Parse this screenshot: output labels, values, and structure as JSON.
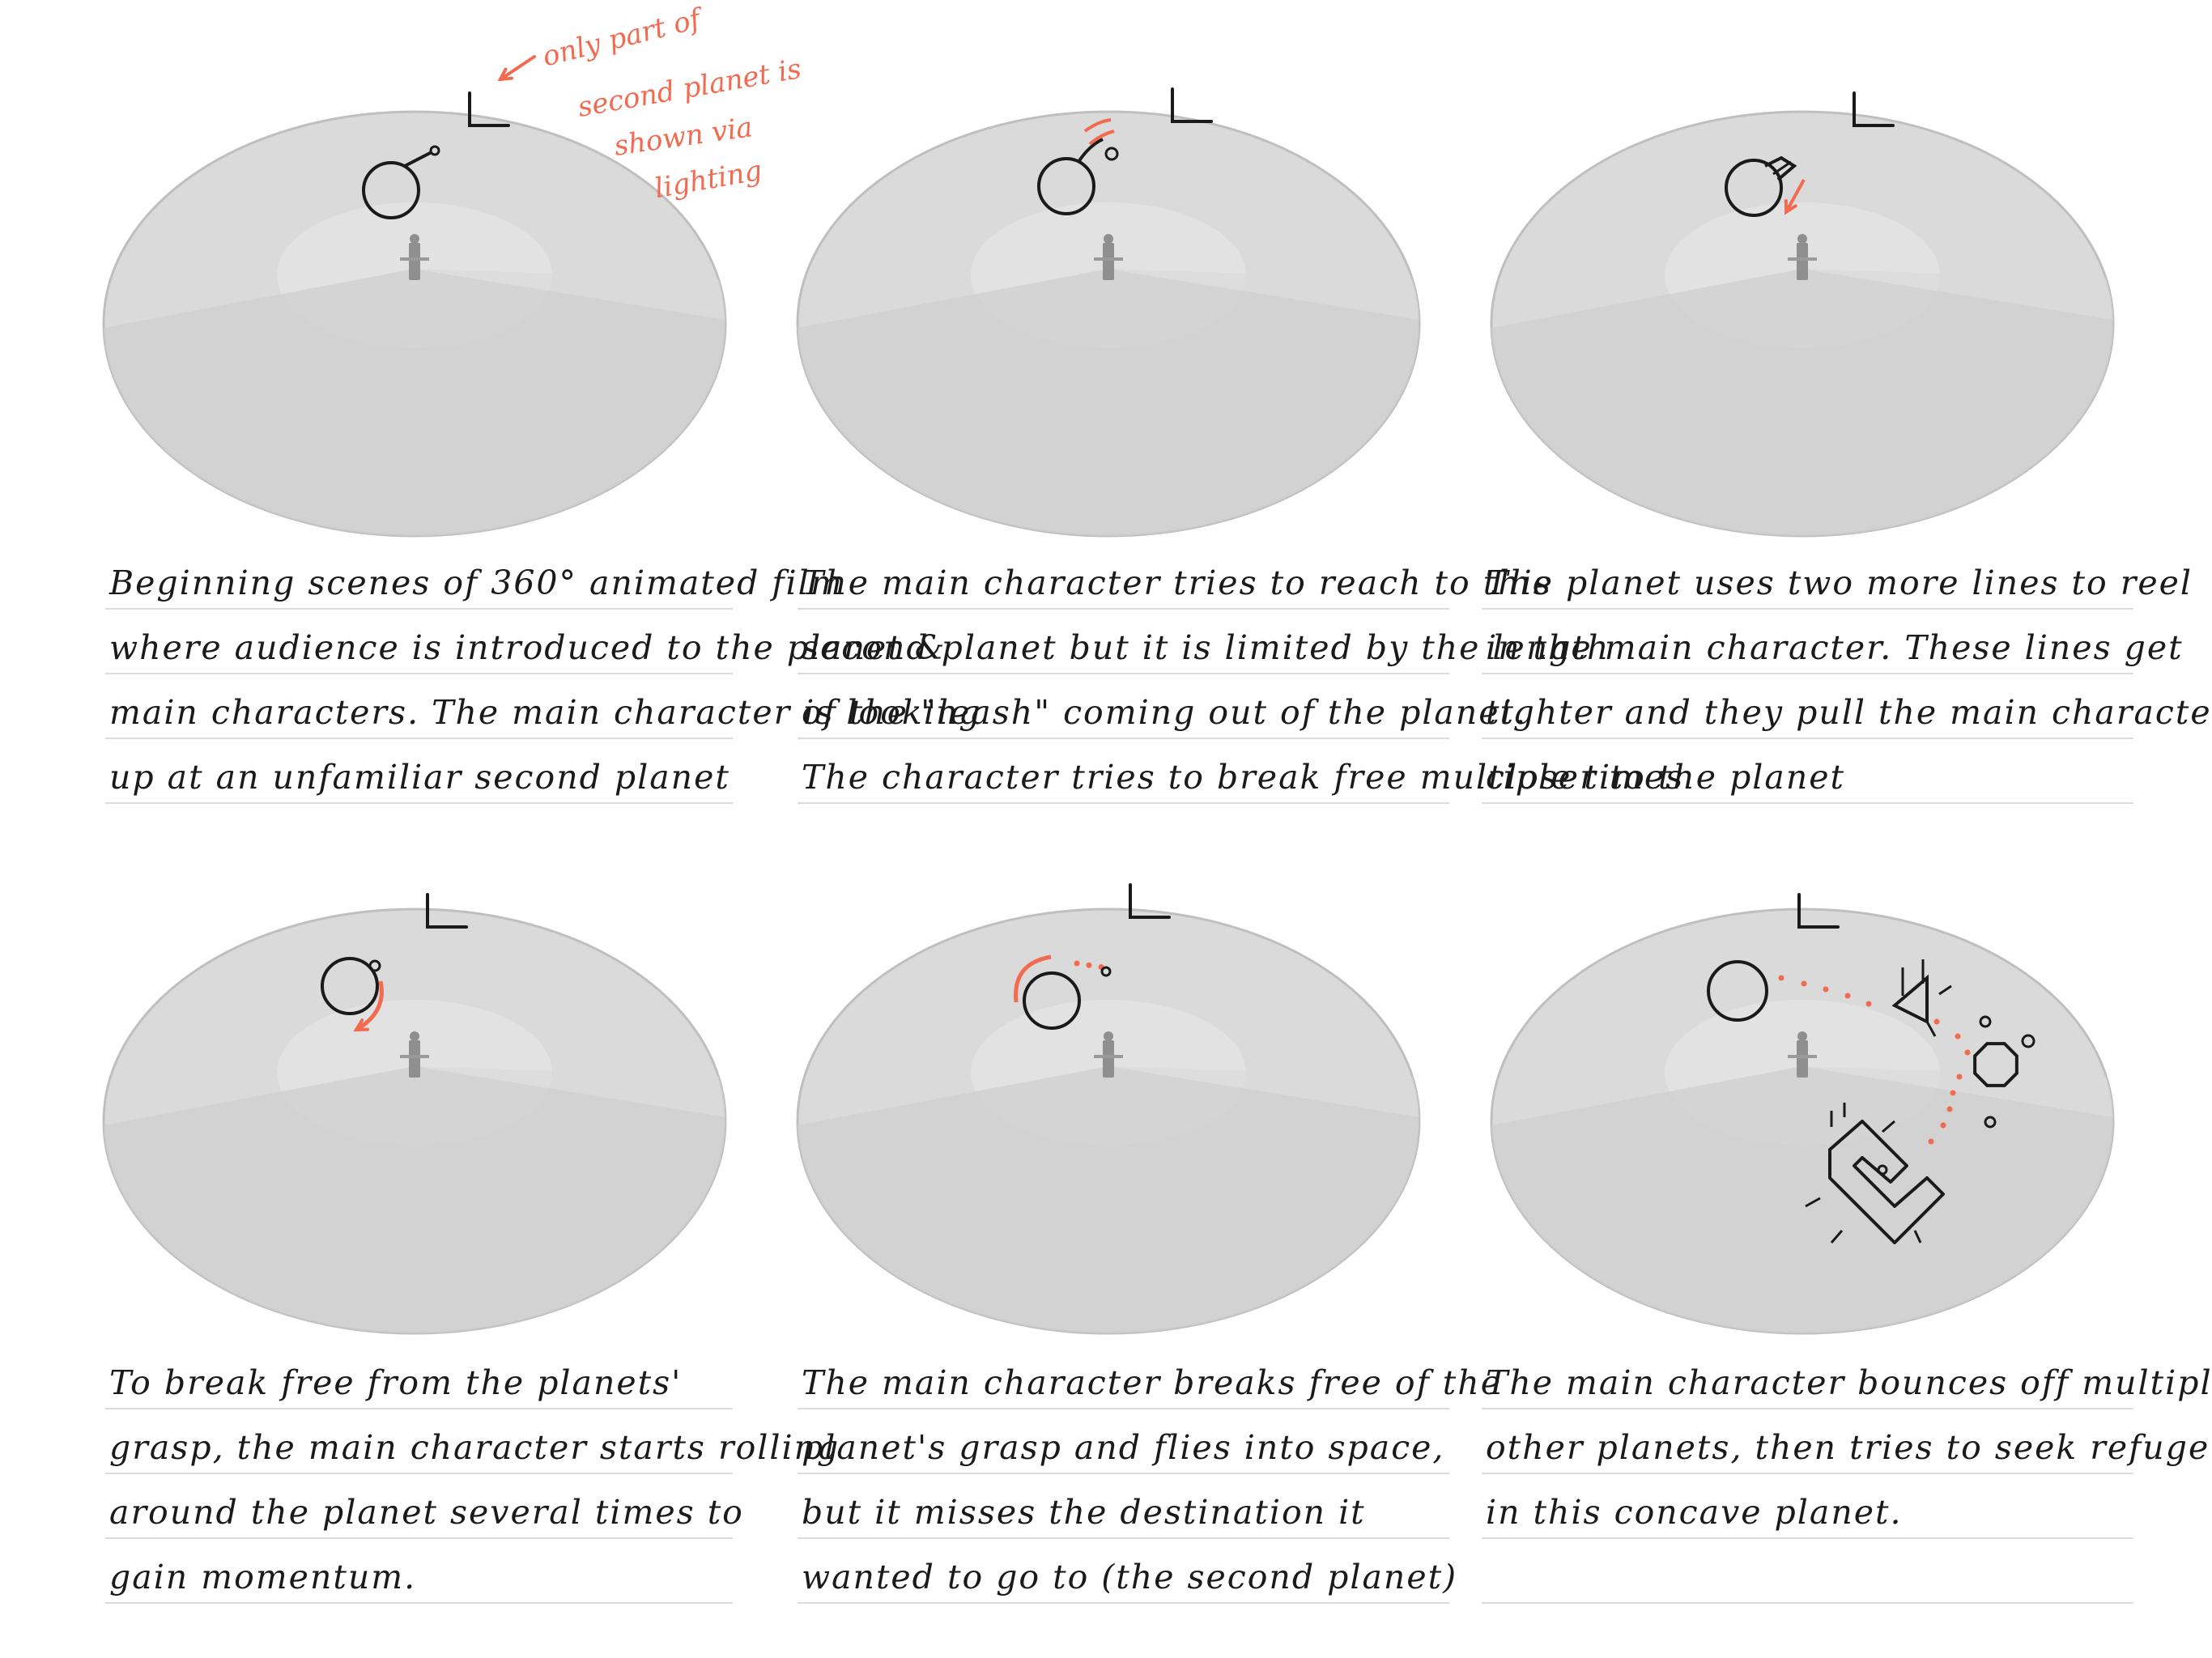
{
  "colors": {
    "background": "#ffffff",
    "planet_outer": "#dadada",
    "planet_inner": "#cfcfcf",
    "planet_rim": "#bfbfbf",
    "spotlight": "#e2e2e2",
    "ink": "#1a1a1a",
    "accent": "#f26a4f",
    "rule_line": "#dcdcdc"
  },
  "annotation": {
    "icon": "arrow-left-icon",
    "lines": [
      "only part of",
      "second planet is",
      "shown via",
      "lighting"
    ]
  },
  "panels": [
    {
      "id": "p1",
      "caption_lines": [
        "Beginning scenes of 360° animated film",
        "where audience is introduced to the planet &",
        "main characters. The main character is looking",
        "up at an unfamiliar second planet"
      ]
    },
    {
      "id": "p2",
      "caption_lines": [
        "The main character tries to reach to this",
        "second planet but it is limited by the length",
        "of the \"leash\" coming out of the planet.",
        "The character tries to break free multiple times"
      ]
    },
    {
      "id": "p3",
      "caption_lines": [
        "The planet uses two more lines to reel",
        "in the main character. These lines get",
        "tighter and they pull the main character",
        "closer to the planet"
      ]
    },
    {
      "id": "p4",
      "caption_lines": [
        "To break free from the planets'",
        "grasp, the main character starts rolling",
        "around the planet several times to",
        "gain momentum."
      ]
    },
    {
      "id": "p5",
      "caption_lines": [
        "The main character breaks free of the",
        "planet's grasp and flies into space,",
        "but it misses the destination it",
        "wanted to go to (the second planet)"
      ]
    },
    {
      "id": "p6",
      "caption_lines": [
        "The main character bounces off multiple",
        "other planets, then tries to seek refuge",
        "in this concave planet."
      ]
    }
  ]
}
